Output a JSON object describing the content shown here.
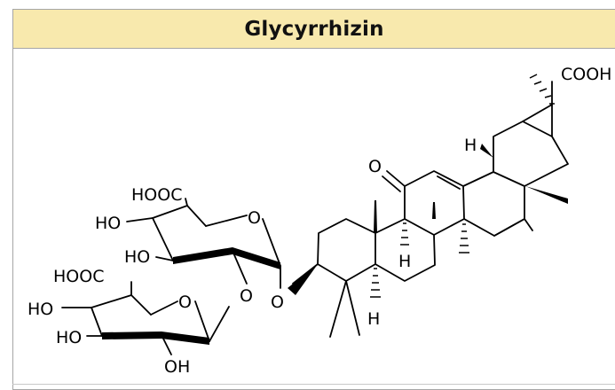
{
  "compound": {
    "name": "Glycyrrhizin"
  },
  "labels": {
    "cooh": "COOH",
    "h_top": "H",
    "ketone_o": "O",
    "h_mid": "H",
    "h_low": "H",
    "ring_o1": "O",
    "ring_o2": "O",
    "glyc_o1": "O",
    "glyc_o2": "O",
    "hooc_top": "HOOC",
    "hooc_bottom": "HOOC",
    "ho_a": "HO",
    "ho_b": "HO",
    "ho_c": "HO",
    "ho_d": "HO",
    "oh": "OH"
  }
}
